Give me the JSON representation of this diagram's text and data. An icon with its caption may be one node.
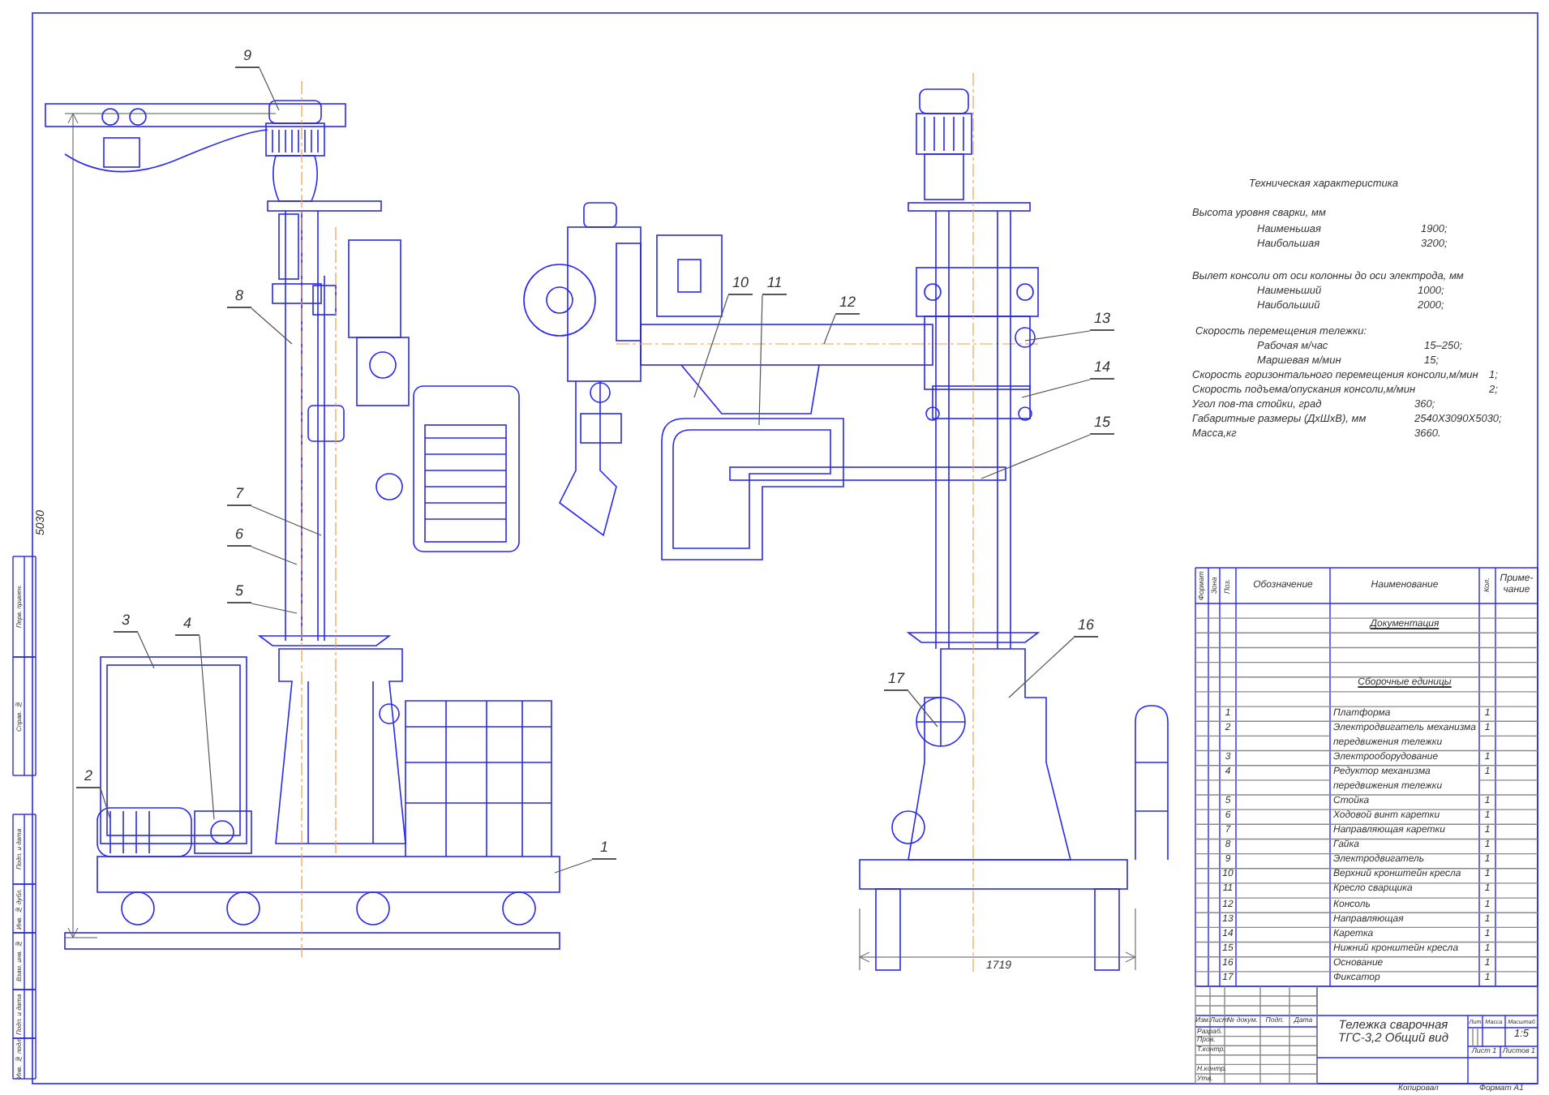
{
  "diagram": {
    "nodes": [
      {
        "text": [
          "1"
        ]
      },
      {
        "text": [
          "2"
        ]
      },
      {
        "text": [
          "3"
        ]
      },
      {
        "text": [
          "4"
        ]
      },
      {
        "text": [
          "5"
        ]
      },
      {
        "text": [
          "6"
        ]
      },
      {
        "text": [
          "7"
        ]
      },
      {
        "text": [
          "8"
        ]
      },
      {
        "text": [
          "9"
        ]
      },
      {
        "text": [
          "10"
        ]
      },
      {
        "text": [
          "11"
        ]
      },
      {
        "text": [
          "12"
        ]
      },
      {
        "text": [
          "13"
        ]
      },
      {
        "text": [
          "14"
        ]
      },
      {
        "text": [
          "15"
        ]
      },
      {
        "text": [
          "16"
        ]
      },
      {
        "text": [
          "17"
        ]
      }
    ],
    "edges": [
      {
        "from": 0,
        "to": null,
        "arrow": "none"
      },
      {
        "from": 1,
        "to": null,
        "arrow": "none"
      },
      {
        "from": 2,
        "to": null,
        "arrow": "none"
      },
      {
        "from": 3,
        "to": null,
        "arrow": "none"
      },
      {
        "from": 4,
        "to": null,
        "arrow": "none"
      },
      {
        "from": 5,
        "to": null,
        "arrow": "none"
      },
      {
        "from": 6,
        "to": null,
        "arrow": "none"
      },
      {
        "from": 7,
        "to": null,
        "arrow": "none"
      },
      {
        "from": 8,
        "to": null,
        "arrow": "none"
      },
      {
        "from": 9,
        "to": null,
        "arrow": "none"
      },
      {
        "from": 10,
        "to": null,
        "arrow": "none"
      },
      {
        "from": 11,
        "to": null,
        "arrow": "none"
      },
      {
        "from": 12,
        "to": null,
        "arrow": "none"
      },
      {
        "from": 13,
        "to": null,
        "arrow": "none"
      },
      {
        "from": 14,
        "to": null,
        "arrow": "none"
      },
      {
        "from": 15,
        "to": null,
        "arrow": "none"
      },
      {
        "from": 16,
        "to": null,
        "arrow": "none"
      }
    ],
    "labels": [
      "Техническая характеристика",
      "Высота уровня сварки, мм",
      "Наименьшая",
      "1900;",
      "Наибольшая",
      "3200;",
      "Вылет консоли от оси колонны до оси электрода, мм",
      "Наименьший",
      "1000;",
      "Наибольший",
      "2000;",
      "Скорость перемещения тележки:",
      "Рабочая м/час",
      "15–250;",
      "Маршевая м/мин",
      "15;",
      "Скорость горизонтального перемещения консоли,м/мин",
      "1;",
      "Скорость подъема/опускания консоли,м/мин",
      "2;",
      "Угол пов-та стойки, град",
      "360;",
      "Габаритные размеры (ДхШхВ), мм",
      "2540Х3090Х5030;",
      "Масса,кг",
      "3660.",
      "5030",
      "Перв. примен.",
      "Справ. №",
      "Подп. и дата",
      "Инв. № дубл.",
      "Взам. инв. №",
      "Подп. и дата",
      "Инв. № подл.",
      "Формат",
      "Зона",
      "Поз.",
      "Обозначение",
      "Наименование",
      "Кол.",
      "Приме-чание",
      "Документация",
      "Сборочные единицы",
      "1",
      "Платформа",
      "1",
      "2",
      "Электродвигатель механизма передвижения тележки",
      "1",
      "3",
      "Электрооборудование",
      "1",
      "4",
      "Редуктор механизма передвижения тележки",
      "1",
      "5",
      "Стойка",
      "1",
      "6",
      "Ходовой винт каретки",
      "1",
      "7",
      "Направляющая каретки",
      "1",
      "8",
      "Гайка",
      "1",
      "9",
      "Электродвигатель",
      "1",
      "10",
      "Верхний кронштейн кресла",
      "1",
      "11",
      "Кресло сварщика",
      "1",
      "12",
      "Консоль",
      "1",
      "13",
      "Направляющая",
      "1",
      "14",
      "Каретка",
      "1",
      "15",
      "Нижний кронштейн кресла",
      "1",
      "16",
      "Основание",
      "1",
      "17",
      "Фиксатор",
      "1",
      "1719",
      "Изм.",
      "Лист",
      "№ докум.",
      "Подп.",
      "Дата",
      "Разраб.",
      "Пров.",
      "Т.контр.",
      "Н.контр.",
      "Утв.",
      "Тележка сварочная ТГС-3,2 Общий вид",
      "Лит.",
      "Масса",
      "Масштаб",
      "1:5",
      "Лист 1",
      "Листов 1",
      "Копировал",
      "Формат А1"
    ]
  }
}
